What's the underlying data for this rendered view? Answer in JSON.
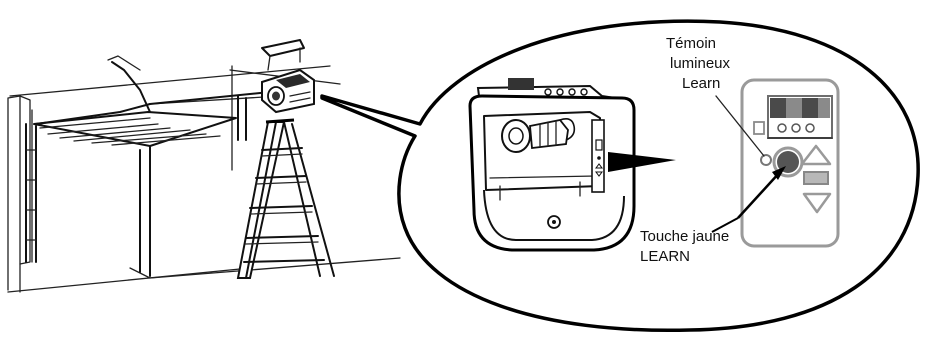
{
  "labels": {
    "indicator": [
      "Témoin",
      "lumineux",
      "Learn"
    ],
    "button": [
      "Touche jaune",
      "LEARN"
    ]
  },
  "icons": [
    "garage-door",
    "ladder",
    "garage-door-opener",
    "callout-bubble",
    "control-panel",
    "learn-button",
    "learn-indicator-led",
    "up-arrow-button",
    "down-arrow-button",
    "stop-button"
  ]
}
